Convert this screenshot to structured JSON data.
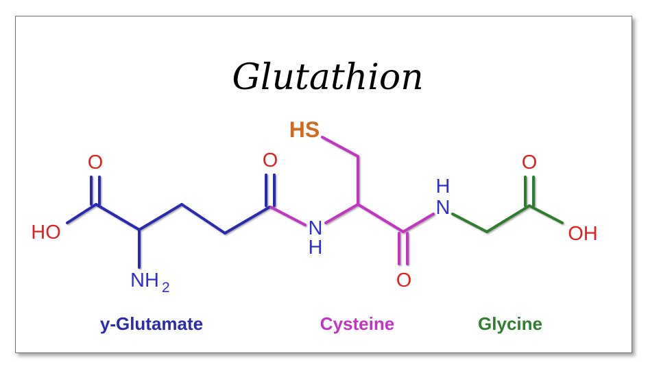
{
  "title": "Glutathion",
  "atoms": {
    "glu_carbonyl_o": "O",
    "glu_ho": "HO",
    "glu_n": "NH",
    "glu_n_sub": "2",
    "amide1_o": "O",
    "amide1_n": "N",
    "amide1_h": "H",
    "cys_sulfhydryl": "HS",
    "cys_carbonyl_o": "O",
    "amide2_n": "N",
    "amide2_h": "H",
    "gly_carbonyl_o": "O",
    "gly_oh": "OH"
  },
  "labels": {
    "glutamate": "y-Glutamate",
    "cysteine": "Cysteine",
    "glycine": "Glycine"
  },
  "colors": {
    "glutamate": "#2b2bb0",
    "cysteine": "#c234c2",
    "glycine": "#2f7d2f",
    "oxygen": "#e02020",
    "nitrogen": "#2f2fcf",
    "sulfur": "#d2691e",
    "title": "#000000"
  }
}
